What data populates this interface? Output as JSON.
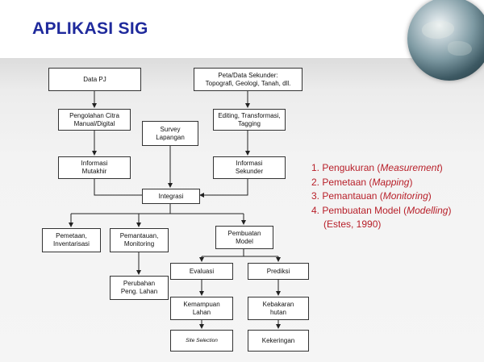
{
  "slide": {
    "title": "APLIKASI SIG"
  },
  "diagram": {
    "data_pj": "Data PJ",
    "peta_data": "Peta/Data Sekunder:\nTopografi, Geologi, Tanah, dll.",
    "pengolahan": "Pengolahan Citra\nManual/Digital",
    "survey": "Survey\nLapangan",
    "editing": "Editing, Transformasi,\nTagging",
    "info_mutakhir": "Informasi\nMutakhir",
    "info_sekunder": "Informasi\nSekunder",
    "integrasi": "Integrasi",
    "pemetaan": "Pemetaan,\nInventarisasi",
    "pemantauan": "Pemantauan,\nMonitoring",
    "pembuatan_model": "Pembuatan\nModel",
    "evaluasi": "Evaluasi",
    "prediksi": "Prediksi",
    "perubahan": "Perubahan\nPeng. Lahan",
    "kemampuan": "Kemampuan\nLahan",
    "kebakaran": "Kebakaran\nhutan",
    "site_selection": "Site Selection",
    "kekeringan": "Kekeringan"
  },
  "applications": {
    "items": [
      {
        "num": "1.",
        "text": "Pengukuran (",
        "term": "Measurement",
        "close": ")"
      },
      {
        "num": "2.",
        "text": "Pemetaan (",
        "term": "Mapping",
        "close": ")"
      },
      {
        "num": "3.",
        "text": "Pemantauan (",
        "term": "Monitoring",
        "close": ")"
      },
      {
        "num": "4.",
        "text": "Pembuatan Model (",
        "term": "Modelling",
        "close": ")"
      }
    ],
    "citation": "(Estes, 1990)"
  },
  "colors": {
    "title": "#1f2a9c",
    "list_text": "#b8202a",
    "box_border": "#333333"
  }
}
